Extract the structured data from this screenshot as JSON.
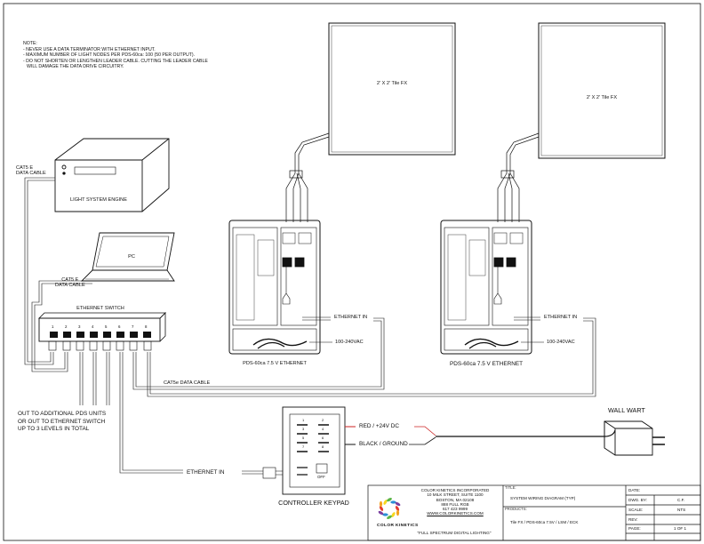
{
  "notes": {
    "heading": "NOTE:",
    "lines": [
      "- NEVER USE A DATA TERMINATOR WITH ETHERNET INPUT.",
      "- MAXIMUM NUMBER OF LIGHT NODES PER PDS-60ca: 100 (50 PER OUTPUT).",
      "- DO NOT SHORTEN OR LENGTHEN LEADER CABLE. CUTTING THE LEADER CABLE",
      "  WILL DAMAGE THE DATA DRIVE CIRCUITRY."
    ]
  },
  "components": {
    "tile_left": "2' X 2' Tile FX",
    "tile_right": "2' X 2' Tile FX",
    "light_engine": "LIGHT SYSTEM ENGINE",
    "pc": "PC",
    "ethernet_switch": "ETHERNET SWITCH",
    "switch_ports": [
      "1",
      "2",
      "3",
      "4",
      "5",
      "6",
      "7",
      "8"
    ],
    "pds_left": "PDS-60ca 7.5 V ETHERNET",
    "pds_right": "PDS-60ca 7.5 V ETHERNET",
    "wall_wart": "WALL WART",
    "keypad": "CONTROLLER KEYPAD",
    "keypad_off": "OFF",
    "keypad_buttons": [
      "1",
      "2",
      "3",
      "4",
      "5",
      "6",
      "7",
      "8"
    ]
  },
  "labels": {
    "cat5e_engine": "CAT5 E\nDATA CABLE",
    "cat5e_pc": "CAT5 E\nDATA CABLE",
    "ethernet_in_left": "ETHERNET IN",
    "ethernet_in_right": "ETHERNET IN",
    "power_left": "100-240VAC",
    "power_right": "100-240VAC",
    "cat5e_data_cable": "CAT5e DATA CABLE",
    "out_to_additional": "OUT TO ADDITIONAL PDS UNITS\nOR OUT TO ETHERNET SWITCH\nUP TO 3 LEVELS IN TOTAL",
    "red_wire": "RED / +24V DC",
    "black_wire": "BLACK / GROUND",
    "keypad_ethernet_in": "ETHERNET IN"
  },
  "title_block": {
    "company_lines": [
      "COLOR KINETICS INCORPORATED",
      "10 MILK STREET, SUITE 1100",
      "BOSTON, MA 02108",
      "888 FULL RGB",
      "617 423 9999",
      "WWW.COLORKINETICS.COM"
    ],
    "tagline": "\"FULL SPECTRUM DIGITAL LIGHTING\"",
    "logo_text": "COLOR KINETICS",
    "title_label": "TITLE:",
    "title_value": "SYSTEM WIRING DIAGRAM (TYP)",
    "products_label": "PRODUCTS:",
    "products_value": "Tile FX / PDS-60ca 7.5V / LSM / ECK",
    "date_label": "DATE:",
    "date_value": "",
    "dwg_by_label": "DWG. BY:",
    "dwg_by_value": "C.F.",
    "scale_label": "SCALE:",
    "scale_value": "NTS",
    "rev_label": "REV:",
    "rev_value": "",
    "page_label": "PAGE:",
    "page_value": "1 OF 1"
  },
  "colors": {
    "line": "#111111",
    "red_wire": "#cc2222",
    "logo_palette": [
      "#e63b2e",
      "#f4a11d",
      "#f6d81f",
      "#5bb548",
      "#2b8fd6",
      "#7a3fa0"
    ]
  }
}
